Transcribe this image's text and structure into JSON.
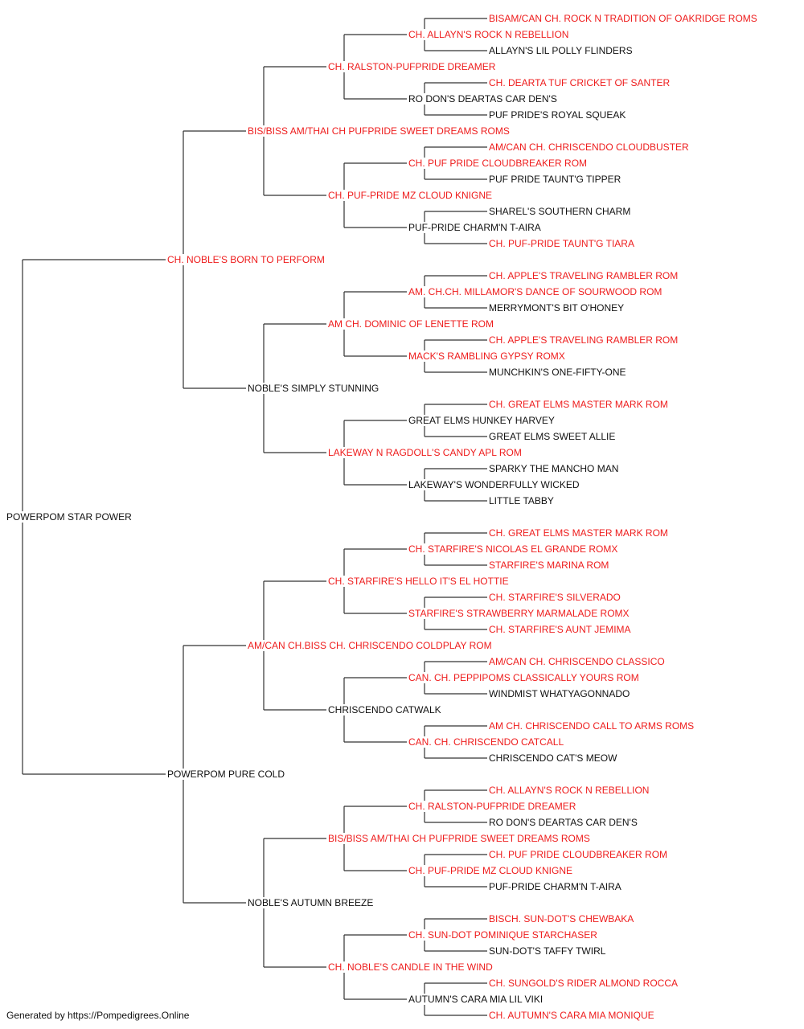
{
  "colors": {
    "champion": "#ee1c1c",
    "regular": "#111111",
    "line": "#333333"
  },
  "pedigree": {
    "name": "POWERPOM STAR POWER",
    "champion": false,
    "sire": {
      "name": "CH. NOBLE'S BORN TO PERFORM",
      "champion": true,
      "sire": {
        "name": "BIS/BISS AM/THAI CH PUFPRIDE SWEET DREAMS ROMS",
        "champion": true,
        "sire": {
          "name": "CH. RALSTON-PUFPRIDE DREAMER",
          "champion": true,
          "sire": {
            "name": "CH. ALLAYN'S ROCK N REBELLION",
            "champion": true,
            "sire": {
              "name": "BISAM/CAN CH. ROCK N TRADITION OF OAKRIDGE ROMS",
              "champion": true
            },
            "dam": {
              "name": "ALLAYN'S LIL POLLY FLINDERS",
              "champion": false
            }
          },
          "dam": {
            "name": "RO DON'S DEARTAS CAR DEN'S",
            "champion": false,
            "sire": {
              "name": "CH. DEARTA TUF CRICKET OF SANTER",
              "champion": true
            },
            "dam": {
              "name": "PUF PRIDE'S ROYAL SQUEAK",
              "champion": false
            }
          }
        },
        "dam": {
          "name": "CH. PUF-PRIDE MZ CLOUD KNIGNE",
          "champion": true,
          "sire": {
            "name": "CH. PUF PRIDE CLOUDBREAKER ROM",
            "champion": true,
            "sire": {
              "name": "AM/CAN CH. CHRISCENDO CLOUDBUSTER",
              "champion": true
            },
            "dam": {
              "name": "PUF PRIDE TAUNT'G TIPPER",
              "champion": false
            }
          },
          "dam": {
            "name": "PUF-PRIDE CHARM'N T-AIRA",
            "champion": false,
            "sire": {
              "name": "SHAREL'S SOUTHERN CHARM",
              "champion": false
            },
            "dam": {
              "name": "CH. PUF-PRIDE TAUNT'G TIARA",
              "champion": true
            }
          }
        }
      },
      "dam": {
        "name": "NOBLE'S SIMPLY STUNNING",
        "champion": false,
        "sire": {
          "name": "AM CH. DOMINIC OF LENETTE ROM",
          "champion": true,
          "sire": {
            "name": "AM. CH.CH. MILLAMOR'S DANCE OF SOURWOOD ROM",
            "champion": true,
            "sire": {
              "name": "CH. APPLE'S TRAVELING RAMBLER ROM",
              "champion": true
            },
            "dam": {
              "name": "MERRYMONT'S BIT O'HONEY",
              "champion": false
            }
          },
          "dam": {
            "name": "MACK'S RAMBLING GYPSY ROMX",
            "champion": true,
            "sire": {
              "name": "CH. APPLE'S TRAVELING RAMBLER ROM",
              "champion": true
            },
            "dam": {
              "name": "MUNCHKIN'S ONE-FIFTY-ONE",
              "champion": false
            }
          }
        },
        "dam": {
          "name": "LAKEWAY N RAGDOLL'S CANDY APL ROM",
          "champion": true,
          "sire": {
            "name": "GREAT ELMS HUNKEY HARVEY",
            "champion": false,
            "sire": {
              "name": "CH. GREAT ELMS MASTER MARK ROM",
              "champion": true
            },
            "dam": {
              "name": "GREAT ELMS SWEET ALLIE",
              "champion": false
            }
          },
          "dam": {
            "name": "LAKEWAY'S WONDERFULLY WICKED",
            "champion": false,
            "sire": {
              "name": "SPARKY THE MANCHO MAN",
              "champion": false
            },
            "dam": {
              "name": "LITTLE TABBY",
              "champion": false
            }
          }
        }
      }
    },
    "dam": {
      "name": "POWERPOM PURE COLD",
      "champion": false,
      "sire": {
        "name": "AM/CAN CH.BISS CH. CHRISCENDO COLDPLAY ROM",
        "champion": true,
        "sire": {
          "name": "CH. STARFIRE'S HELLO IT'S EL HOTTIE",
          "champion": true,
          "sire": {
            "name": "CH. STARFIRE'S NICOLAS EL GRANDE ROMX",
            "champion": true,
            "sire": {
              "name": "CH. GREAT ELMS MASTER MARK ROM",
              "champion": true
            },
            "dam": {
              "name": "STARFIRE'S MARINA ROM",
              "champion": true
            }
          },
          "dam": {
            "name": "STARFIRE'S STRAWBERRY MARMALADE ROMX",
            "champion": true,
            "sire": {
              "name": "CH. STARFIRE'S SILVERADO",
              "champion": true
            },
            "dam": {
              "name": "CH. STARFIRE'S AUNT JEMIMA",
              "champion": true
            }
          }
        },
        "dam": {
          "name": "CHRISCENDO CATWALK",
          "champion": false,
          "sire": {
            "name": "CAN. CH. PEPPIPOMS CLASSICALLY YOURS ROM",
            "champion": true,
            "sire": {
              "name": "AM/CAN CH. CHRISCENDO CLASSICO",
              "champion": true
            },
            "dam": {
              "name": "WINDMIST WHATYAGONNADO",
              "champion": false
            }
          },
          "dam": {
            "name": "CAN. CH. CHRISCENDO CATCALL",
            "champion": true,
            "sire": {
              "name": "AM CH. CHRISCENDO CALL TO ARMS ROMS",
              "champion": true
            },
            "dam": {
              "name": "CHRISCENDO CAT'S MEOW",
              "champion": false
            }
          }
        }
      },
      "dam": {
        "name": "NOBLE'S AUTUMN BREEZE",
        "champion": false,
        "sire": {
          "name": "BIS/BISS AM/THAI CH PUFPRIDE SWEET DREAMS ROMS",
          "champion": true,
          "sire": {
            "name": "CH. RALSTON-PUFPRIDE DREAMER",
            "champion": true,
            "sire": {
              "name": "CH. ALLAYN'S ROCK N REBELLION",
              "champion": true
            },
            "dam": {
              "name": "RO DON'S DEARTAS CAR DEN'S",
              "champion": false
            }
          },
          "dam": {
            "name": "CH. PUF-PRIDE MZ CLOUD KNIGNE",
            "champion": true,
            "sire": {
              "name": "CH. PUF PRIDE CLOUDBREAKER ROM",
              "champion": true
            },
            "dam": {
              "name": "PUF-PRIDE CHARM'N T-AIRA",
              "champion": false
            }
          }
        },
        "dam": {
          "name": "CH. NOBLE'S CANDLE IN THE WIND",
          "champion": true,
          "sire": {
            "name": "CH. SUN-DOT POMINIQUE STARCHASER",
            "champion": true,
            "sire": {
              "name": "BISCH. SUN-DOT'S CHEWBAKA",
              "champion": true
            },
            "dam": {
              "name": "SUN-DOT'S TAFFY TWIRL",
              "champion": false
            }
          },
          "dam": {
            "name": "AUTUMN'S CARA MIA LIL VIKI",
            "champion": false,
            "sire": {
              "name": "CH. SUNGOLD'S RIDER ALMOND ROCCA",
              "champion": true
            },
            "dam": {
              "name": "CH. AUTUMN'S CARA MIA MONIQUE",
              "champion": true
            }
          }
        }
      }
    }
  },
  "footer": {
    "text": "Generated by https://Pompedigrees.Online"
  }
}
